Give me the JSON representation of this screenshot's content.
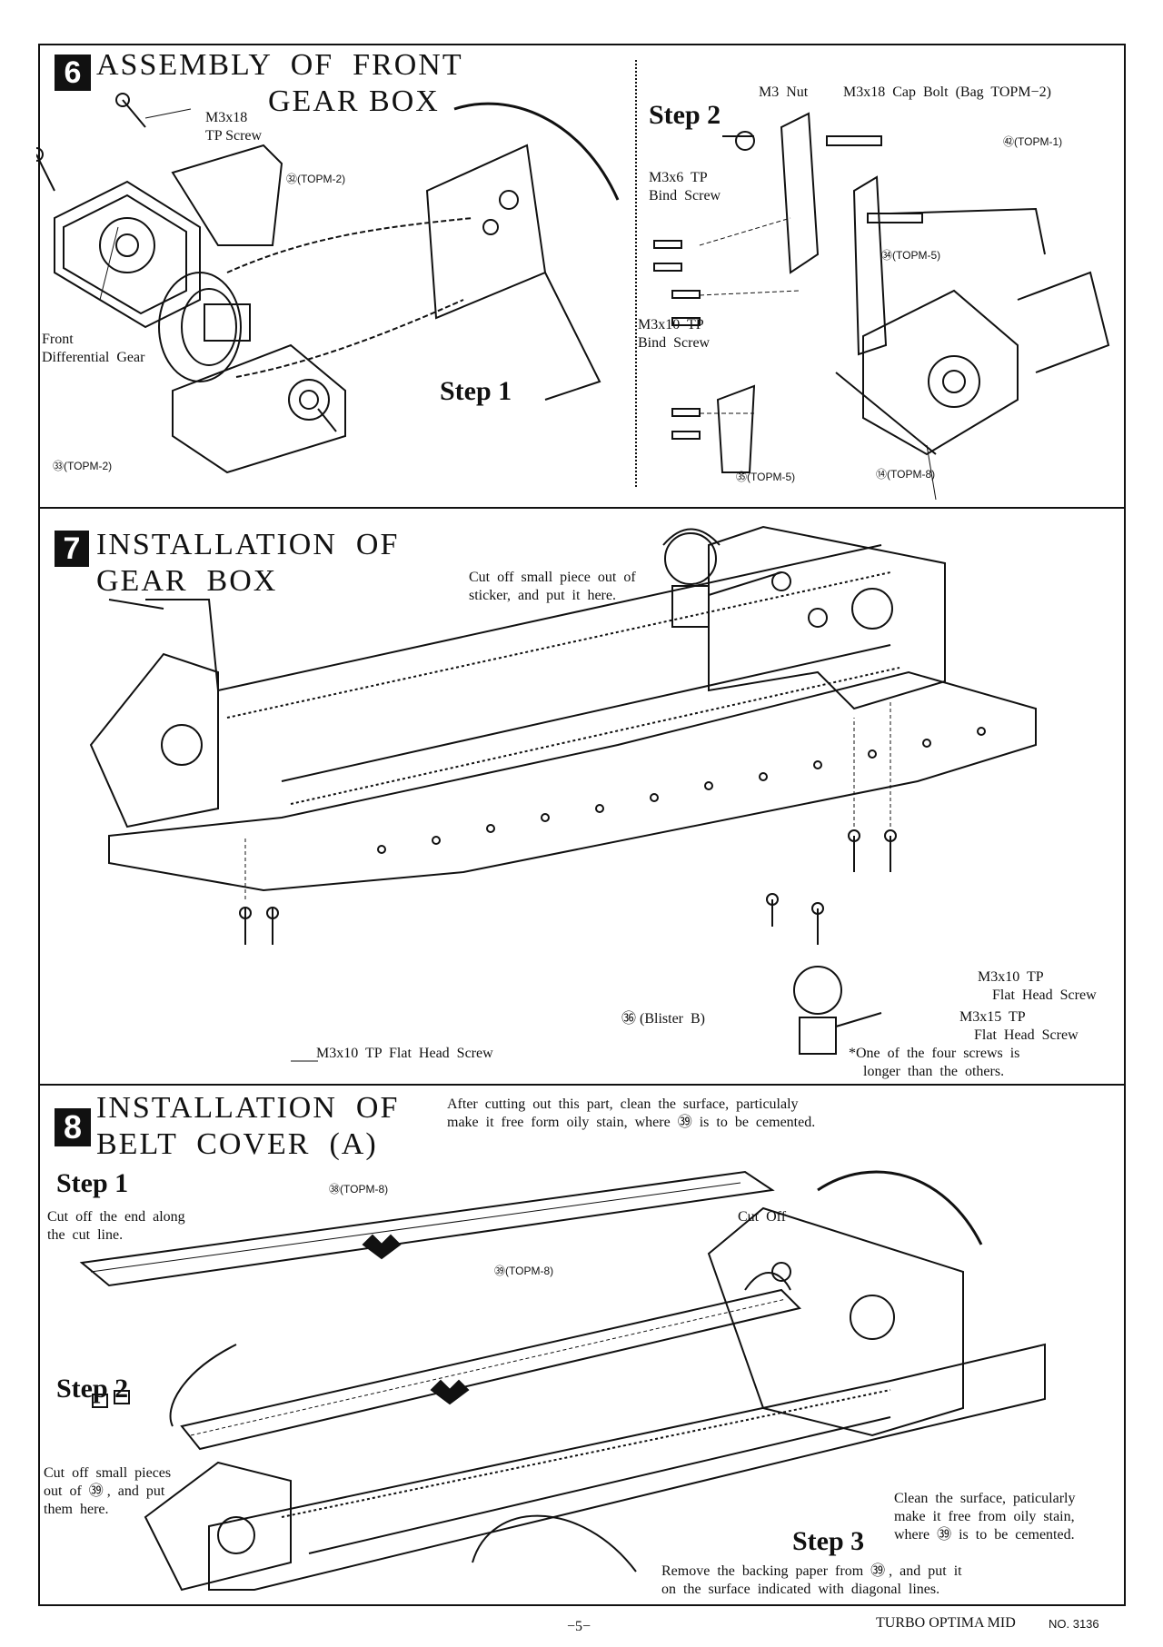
{
  "sec6": {
    "num": "6",
    "title": "ASSEMBLY  OF  FRONT\n                  GEAR BOX",
    "step1": "Step 1",
    "step2": "Step 2",
    "labels": {
      "m3x18_tp": "M3x18\nTP Screw",
      "p32": "㉜(TOPM-2)",
      "front_diff": "Front\nDifferential  Gear",
      "p33": "㉝(TOPM-2)",
      "m3nut": "M3  Nut",
      "m3x18cap": "M3x18  Cap  Bolt  (Bag  TOPM−2)",
      "p62": "㊷(TOPM-1)",
      "m3x6": "M3x6  TP\nBind  Screw",
      "p34": "㉞(TOPM-5)",
      "m3x10bind": "M3x10  TP\nBind  Screw",
      "p35": "㉟(TOPM-5)",
      "p143": "⑭(TOPM-8)"
    }
  },
  "sec7": {
    "num": "7",
    "title": "INSTALLATION  OF\nGEAR  BOX",
    "labels": {
      "sticker": "Cut  off  small  piece  out  of\nsticker,  and  put  it  here.",
      "m3x10_flat_a": "M3x10  TP  Flat  Head  Screw",
      "blister": "㊱ (Blister  B)",
      "m3x10_flat_b": "M3x10  TP\n    Flat  Head  Screw",
      "m3x15_flat": "M3x15  TP\n    Flat  Head  Screw",
      "note": "*One  of  the  four  screws  is\n    longer  than  the  others."
    }
  },
  "sec8": {
    "num": "8",
    "title": "INSTALLATION  OF\nBELT  COVER  (A)",
    "step1": "Step 1",
    "step2": "Step 2",
    "step3": "Step 3",
    "labels": {
      "after_cut": "After  cutting  out  this  part,  clean  the  surface,  particulaly\nmake  it  free  form  oily  stain,  where  ㊴  is  to  be  cemented.",
      "cut_end": "Cut  off  the  end  along\nthe  cut  line.",
      "p38": "㊳(TOPM-8)",
      "cut_off": "Cut  Off",
      "p39": "㊴(TOPM-8)",
      "cut_small": "Cut  off  small  pieces\nout  of  ㊴ ,  and  put\nthem  here.",
      "clean": "Clean  the  surface,  paticularly\nmake  it  free  from  oily  stain,\nwhere  ㊴  is  to  be  cemented.",
      "remove": "Remove  the  backing  paper  from  ㊴ ,  and  put  it\non  the  surface  indicated  with  diagonal  lines."
    }
  },
  "footer": {
    "page": "−5−",
    "model": "TURBO  OPTIMA  MID",
    "no": "NO. 3136"
  }
}
